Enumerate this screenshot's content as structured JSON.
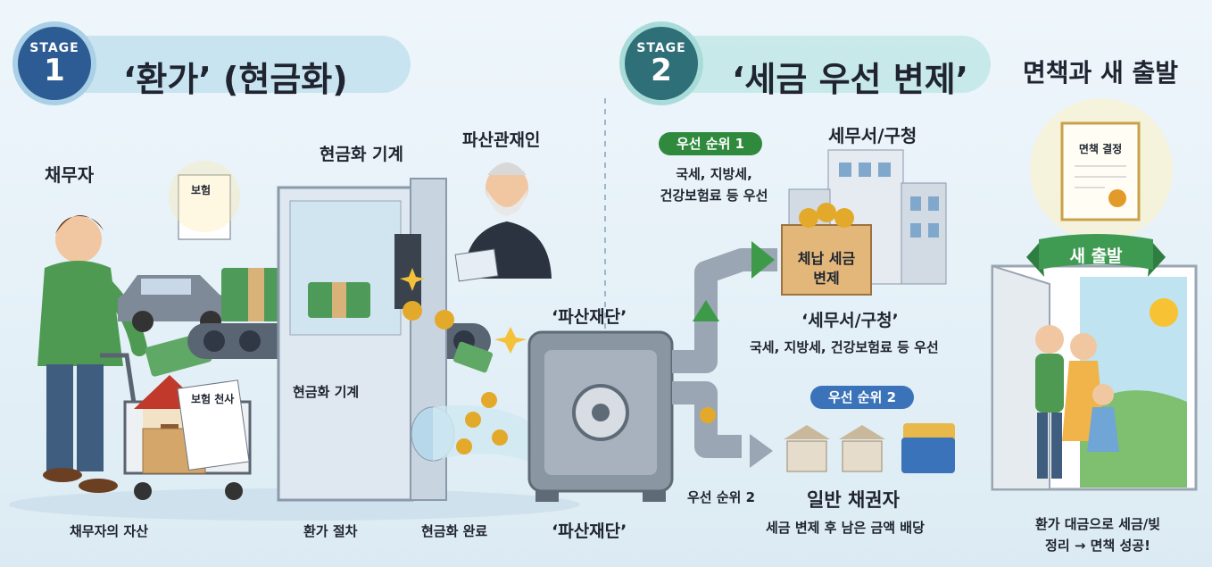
{
  "stage1": {
    "badge_word": "STAGE",
    "badge_num": "1",
    "title": "‘환가’ (현금화)"
  },
  "stage2": {
    "badge_word": "STAGE",
    "badge_num": "2",
    "title": "‘세금 우선 변제’"
  },
  "stage3": {
    "title": "면책과 새 출발"
  },
  "labels": {
    "debtor": "채무자",
    "insurance_doc": "보험",
    "insurance_doc2": "보험 천사",
    "machine_top": "현금화 기계",
    "machine_mid": "현금화 기계",
    "trustee": "파산관재인",
    "estate_top": "‘파산재단’",
    "estate_bottom": "‘파산재단’",
    "debtor_assets": "채무자의 자산",
    "procedure": "환가 절차",
    "done": "현금화 완료"
  },
  "priority1": {
    "pill": "우선 순위 1",
    "desc_line1": "국세, 지방세,",
    "desc_line2": "건강보험료 등 우선",
    "building": "세무서/구청",
    "box_line1": "체납 세금",
    "box_line2": "변제",
    "office_quoted": "‘세무서/구청’",
    "office_desc": "국세, 지방세, 건강보험료 등 우선"
  },
  "priority2": {
    "pill": "우선 순위 2",
    "arrow_label": "우선 순위 2",
    "creditor": "일반 채권자",
    "creditor_desc": "세금 변제 후 남은 금액 배당"
  },
  "fresh_start": {
    "certificate": "면책 결정",
    "ribbon": "새 출발",
    "caption_line1": "환가 대금으로 세금/빚",
    "caption_line2": "정리 → 면책 성공!"
  },
  "colors": {
    "stage1_badge": "#2d5b93",
    "stage2_badge": "#2e6f78",
    "green_pill": "#2f8a3e",
    "blue_pill": "#3a73b9",
    "ribbon": "#3f9a52"
  }
}
